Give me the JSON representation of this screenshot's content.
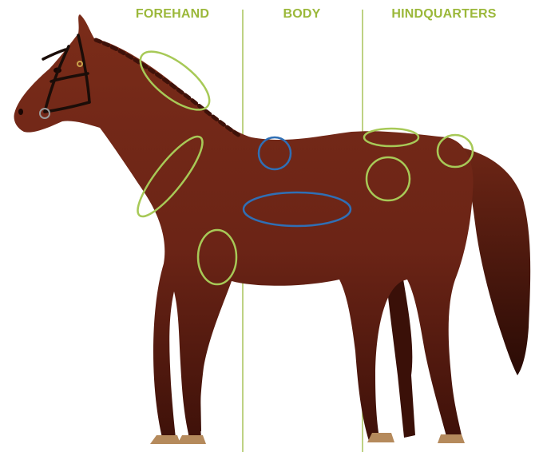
{
  "diagram": {
    "sections": [
      {
        "label": "FOREHAND"
      },
      {
        "label": "BODY"
      },
      {
        "label": "HINDQUARTERS"
      }
    ],
    "colors": {
      "section_label": "#9bb83a",
      "divider": "#a9c35a",
      "green_marker": "#a7c957",
      "blue_marker": "#2f6fb5",
      "coat": "#6b2416",
      "coat_dark": "#3e1109",
      "hoof": "#b58a5c"
    },
    "markers": [
      {
        "name": "crest-marker",
        "color": "green"
      },
      {
        "name": "shoulder-marker",
        "color": "green"
      },
      {
        "name": "elbow-marker",
        "color": "green"
      },
      {
        "name": "withers-marker",
        "color": "blue"
      },
      {
        "name": "barrel-marker",
        "color": "blue"
      },
      {
        "name": "croup-marker",
        "color": "green"
      },
      {
        "name": "hip-marker",
        "color": "green"
      },
      {
        "name": "tail-head-marker",
        "color": "green"
      }
    ]
  }
}
